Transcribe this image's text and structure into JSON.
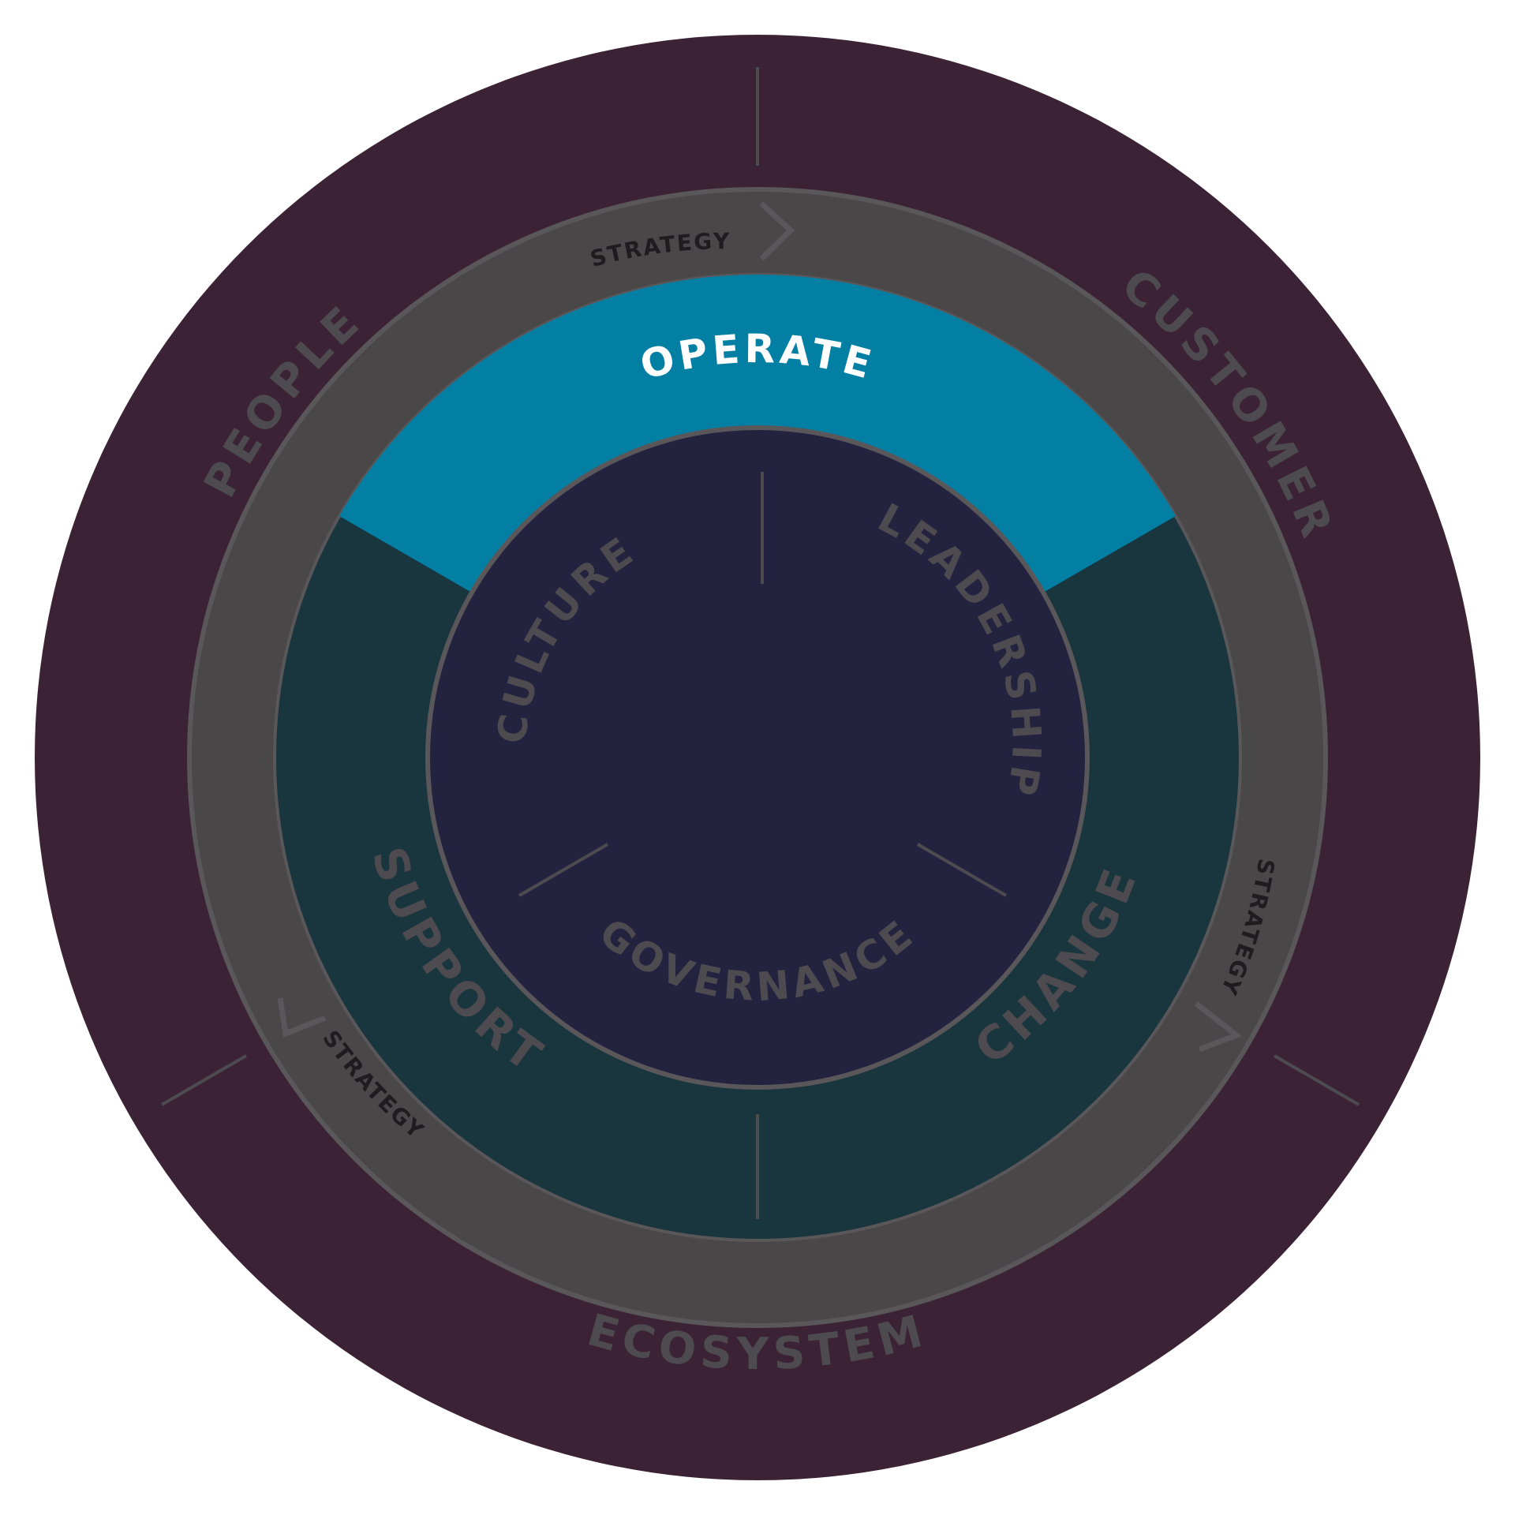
{
  "colors": {
    "background": "#ffffff",
    "outer_ring": "#3b2335",
    "strategy_ring": "#4a4748",
    "ring_stroke": "#5a575a",
    "operate_band": "#037fa3",
    "support_change_band": "#19353d",
    "core": "#232340",
    "muted_text": "#4e4b50",
    "strategy_text": "#1f1c1f",
    "operate_text": "#ffffff",
    "divider": "#4e4b50"
  },
  "outer_ring": {
    "people": "PEOPLE",
    "customer": "CUSTOMER",
    "ecosystem": "ECOSYSTEM"
  },
  "strategy_ring": {
    "top_label": "STRATEGY",
    "right_label": "STRATEGY",
    "left_label": "STRATEGY",
    "arrow_icon": "chevron-arrow-icon"
  },
  "middle_ring": {
    "operate": "OPERATE",
    "support": "SUPPORT",
    "change": "CHANGE"
  },
  "core": {
    "culture": "CULTURE",
    "leadership": "LEADERSHIP",
    "governance": "GOVERNANCE"
  }
}
